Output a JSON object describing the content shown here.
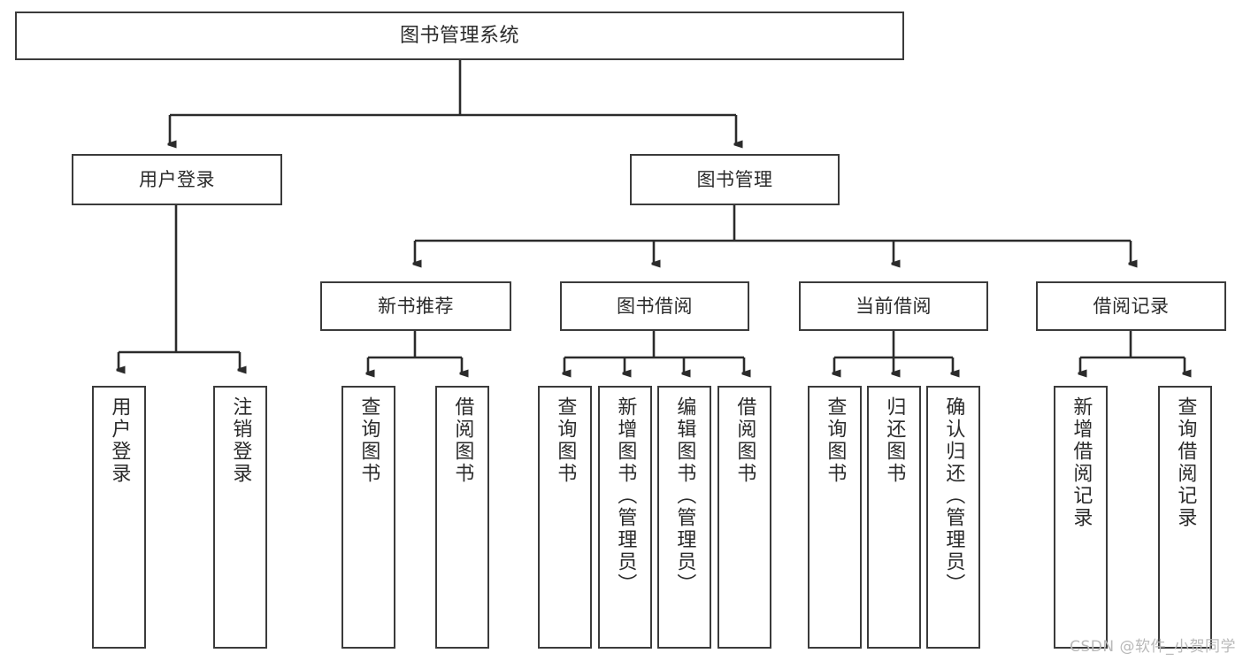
{
  "diagram": {
    "title": "图书管理系统",
    "type": "hierarchy-tree",
    "watermark": "CSDN @软件_小贺同学",
    "colors": {
      "box_border": "#3b3b3b",
      "box_fill": "#ffffff",
      "text": "#2b2b2b",
      "edge": "#2b2b2b",
      "watermark": "#b9b9b9",
      "background": "#ffffff"
    },
    "levels": {
      "root": {
        "label": "图书管理系统"
      },
      "level2": [
        {
          "id": "user-login",
          "label": "用户登录"
        },
        {
          "id": "book-management",
          "label": "图书管理"
        }
      ],
      "level3": [
        {
          "id": "new-book-recommend",
          "label": "新书推荐"
        },
        {
          "id": "book-borrow",
          "label": "图书借阅"
        },
        {
          "id": "current-borrow",
          "label": "当前借阅"
        },
        {
          "id": "borrow-record",
          "label": "借阅记录"
        }
      ],
      "leaves": {
        "user-login": [
          {
            "id": "leaf-user-login",
            "label": "用户登录"
          },
          {
            "id": "leaf-logout",
            "label": "注销登录"
          }
        ],
        "new-book-recommend": [
          {
            "id": "leaf-query-book-1",
            "label": "查询图书"
          },
          {
            "id": "leaf-borrow-book-1",
            "label": "借阅图书"
          }
        ],
        "book-borrow": [
          {
            "id": "leaf-query-book-2",
            "label": "查询图书"
          },
          {
            "id": "leaf-add-book",
            "label": "新增图书（管理员）"
          },
          {
            "id": "leaf-edit-book",
            "label": "编辑图书（管理员）"
          },
          {
            "id": "leaf-borrow-book-2",
            "label": "借阅图书"
          }
        ],
        "current-borrow": [
          {
            "id": "leaf-query-book-3",
            "label": "查询图书"
          },
          {
            "id": "leaf-return-book",
            "label": "归还图书"
          },
          {
            "id": "leaf-confirm-return",
            "label": "确认归还（管理员）"
          }
        ],
        "borrow-record": [
          {
            "id": "leaf-add-record",
            "label": "新增借阅记录"
          },
          {
            "id": "leaf-query-record",
            "label": "查询借阅记录"
          }
        ]
      }
    }
  }
}
